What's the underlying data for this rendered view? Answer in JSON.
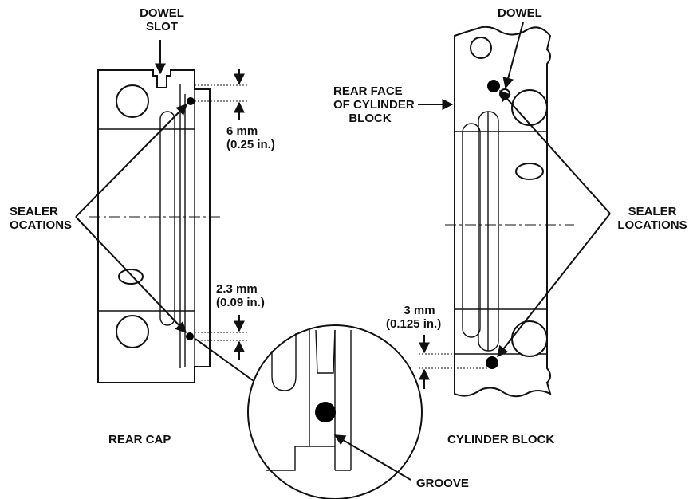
{
  "labels": {
    "dowel_slot_line1": "DOWEL",
    "dowel_slot_line2": "SLOT",
    "dim_top_mm": "6 mm",
    "dim_top_in": "(0.25 in.)",
    "sealer_left_line1": "SEALER",
    "sealer_left_line2": "OCATIONS",
    "dim_mid_mm": "2.3 mm",
    "dim_mid_in": "(0.09 in.)",
    "rear_cap": "REAR CAP",
    "groove": "GROOVE",
    "dowel": "DOWEL",
    "rear_face_line1": "REAR FACE",
    "rear_face_line2": "OF CYLINDER",
    "rear_face_line3": "BLOCK",
    "dim_right_mm": "3 mm",
    "dim_right_in": "(0.125 in.)",
    "sealer_right_line1": "SEALER",
    "sealer_right_line2": "LOCATIONS",
    "cylinder_block": "CYLINDER BLOCK"
  },
  "colors": {
    "ink": "#111111",
    "paper": "#ffffff"
  }
}
